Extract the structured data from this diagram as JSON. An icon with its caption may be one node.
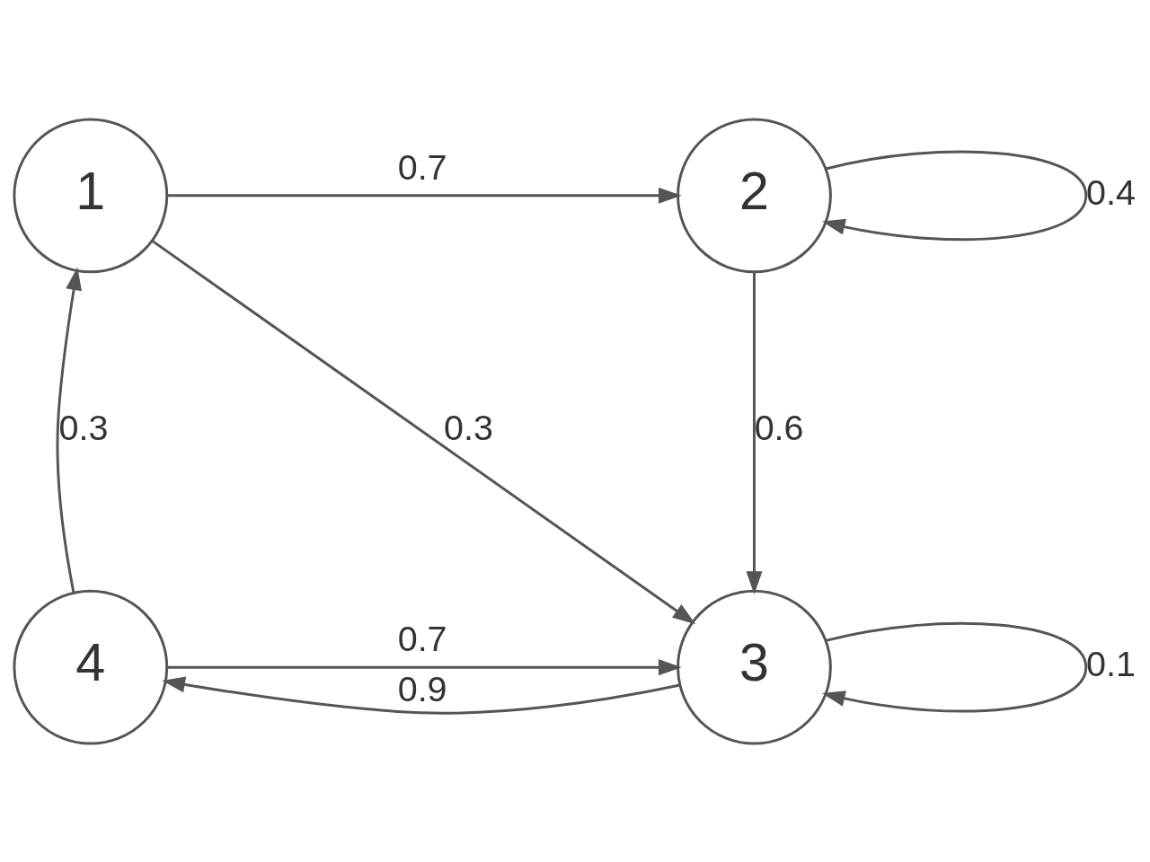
{
  "diagram": {
    "nodes": [
      {
        "text": [
          "1"
        ]
      },
      {
        "text": [
          "2"
        ]
      },
      {
        "text": [
          "3"
        ]
      },
      {
        "text": [
          "4"
        ]
      }
    ],
    "edges": [
      {
        "from": 0,
        "to": 1,
        "arrow": "to",
        "label": "0.7"
      },
      {
        "from": 1,
        "to": 1,
        "arrow": "to",
        "label": "0.4"
      },
      {
        "from": 0,
        "to": 2,
        "arrow": "to",
        "label": "0.3"
      },
      {
        "from": 3,
        "to": 0,
        "arrow": "to",
        "label": "0.3"
      },
      {
        "from": 1,
        "to": 2,
        "arrow": "to",
        "label": "0.6"
      },
      {
        "from": 3,
        "to": 2,
        "arrow": "to",
        "label": "0.7"
      },
      {
        "from": 2,
        "to": 3,
        "arrow": "to",
        "label": "0.9"
      },
      {
        "from": 2,
        "to": 2,
        "arrow": "to",
        "label": "0.1"
      }
    ]
  }
}
